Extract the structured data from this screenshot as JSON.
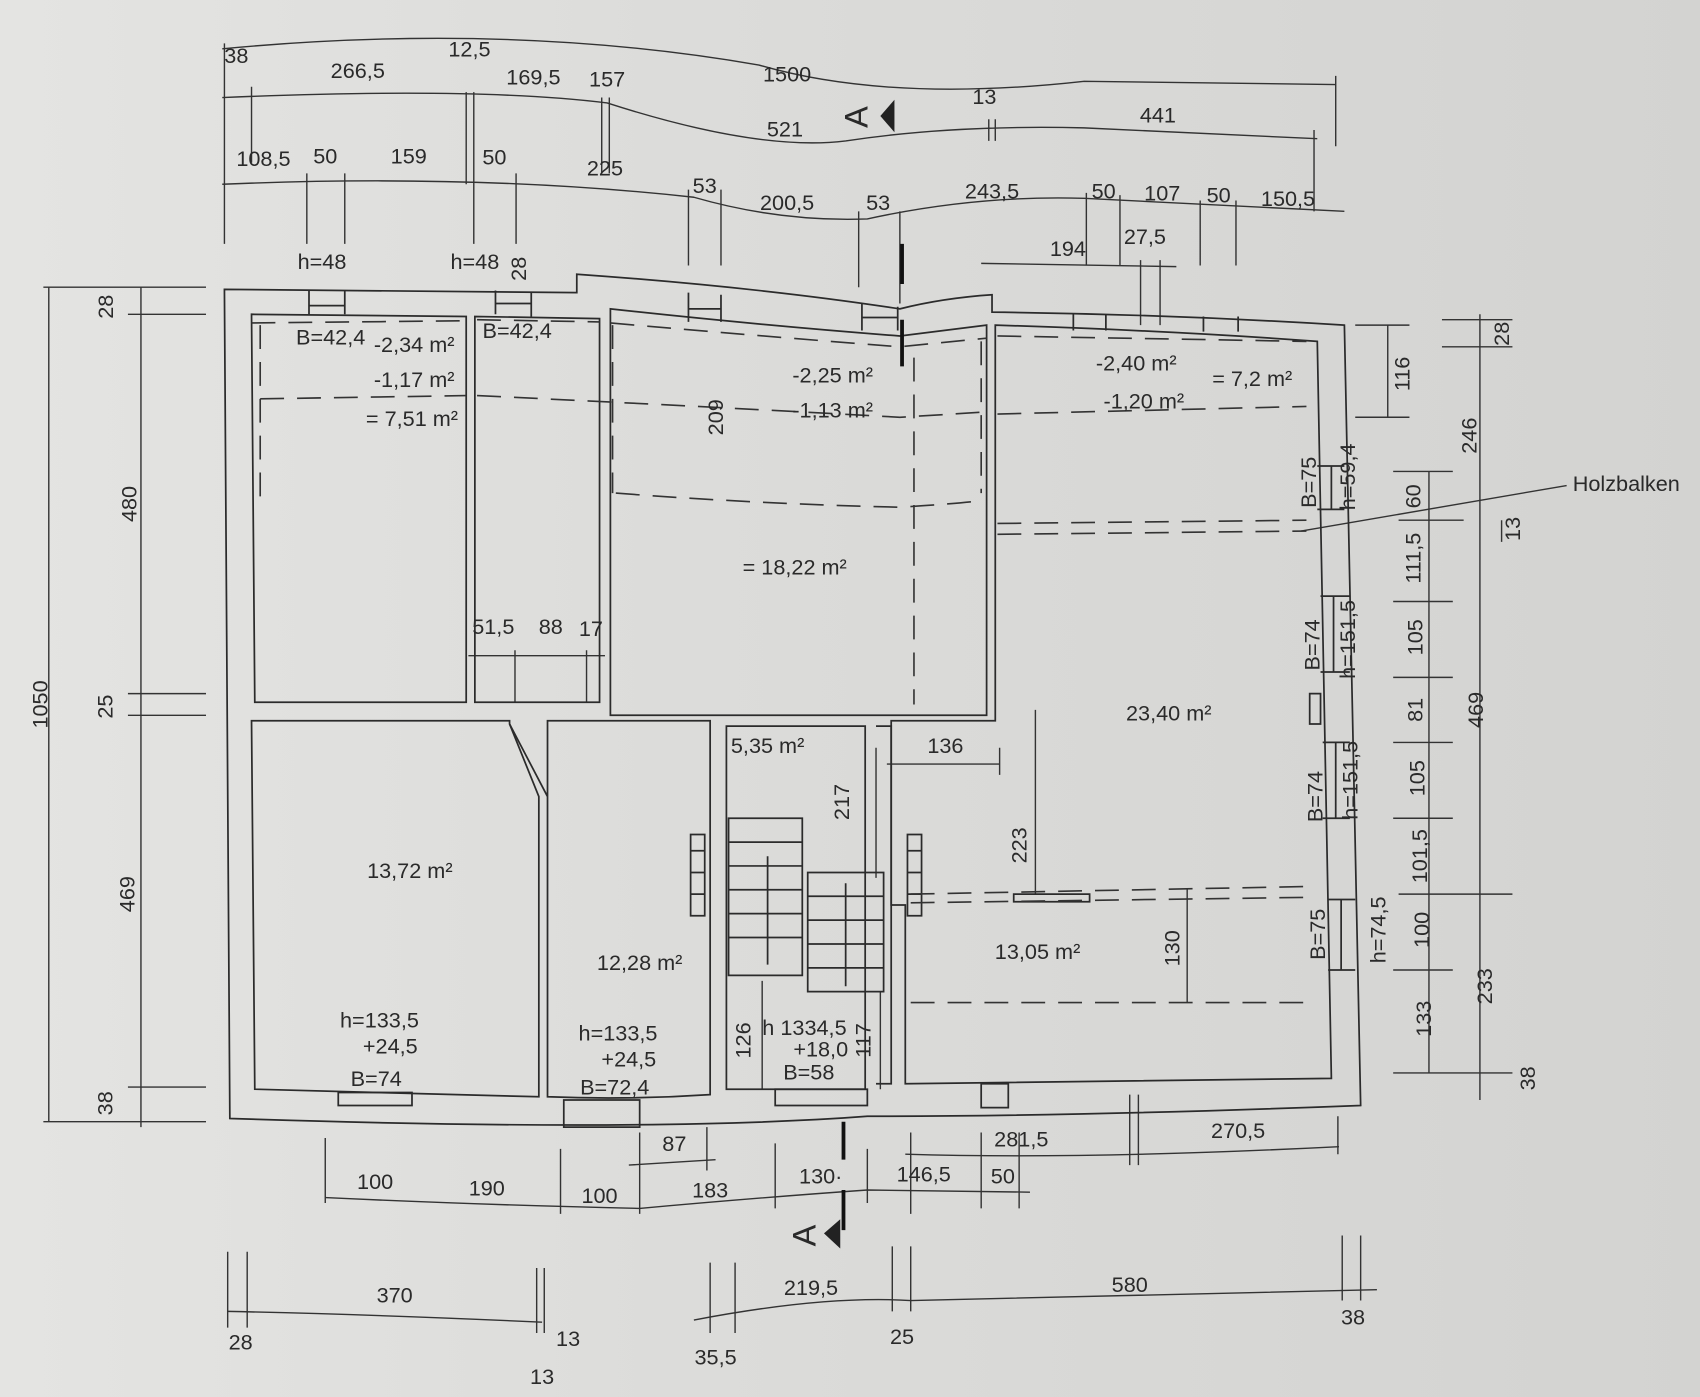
{
  "drawing": {
    "section_marker": "A",
    "annotation": "Holzbalken"
  },
  "top_dims": {
    "row1": [
      "38",
      "266,5",
      "12,5",
      "169,5",
      "157",
      "1500"
    ],
    "row2": [
      "521",
      "13",
      "441"
    ],
    "row3": [
      "108,5",
      "50",
      "159",
      "50",
      "225",
      "53",
      "200,5",
      "53",
      "243,5",
      "50",
      "107",
      "50",
      "150,5"
    ],
    "row4": [
      "194",
      "27,5"
    ],
    "windows": [
      "h=48",
      "h=48",
      "28"
    ]
  },
  "rooms": {
    "nw": {
      "window_b": "B=42,4",
      "minus1": "-2,34 m²",
      "minus2": "-1,17 m²",
      "total": "= 7,51 m²"
    },
    "nw_small": {
      "window_b": "B=42,4",
      "d1": "51,5",
      "d2": "88",
      "d3": "17"
    },
    "n_middle": {
      "depth": "209",
      "minus1": "-2,25 m²",
      "minus2": "-1,13 m²",
      "total": "= 18,22 m²"
    },
    "ne": {
      "minus1": "-2,40 m²",
      "minus2": "-1,20 m²",
      "total": "= 7,2 m²",
      "area": "23,40 m²",
      "d136": "136",
      "d223": "223"
    },
    "hall": {
      "area": "5,35 m²",
      "d217": "217"
    },
    "sw": {
      "area": "13,72 m²",
      "h": "h=133,5",
      "arc": "+24,5",
      "b": "B=74"
    },
    "s_middle": {
      "area": "12,28 m²",
      "h": "h=133,5",
      "arc": "+24,5",
      "b": "B=72,4"
    },
    "stair": {
      "d126": "126",
      "h": "h 1334,5",
      "arc": "+18,0",
      "b": "B=58",
      "d117": "117"
    },
    "se": {
      "area": "13,05 m²",
      "d130": "130"
    }
  },
  "right_dims": {
    "windows": [
      "B=75",
      "h=59,4",
      "B=74",
      "h=151,5",
      "B=74",
      "h=151,5",
      "B=75",
      "h=74,5"
    ],
    "inner": [
      "116",
      "60",
      "111,5",
      "105",
      "81",
      "105",
      "101,5",
      "100",
      "133"
    ],
    "outer": [
      "28",
      "246",
      "13",
      "469",
      "233",
      "38"
    ]
  },
  "left_dims": [
    "1050",
    "28",
    "480",
    "25",
    "469",
    "38"
  ],
  "bottom_dims": {
    "row1": [
      "87",
      "281,5",
      "270,5"
    ],
    "row2": [
      "100",
      "190",
      "100",
      "183",
      "130·",
      "146,5",
      "50"
    ],
    "row3": [
      "370",
      "219,5",
      "580"
    ],
    "row4": [
      "28",
      "13",
      "13",
      "35,5",
      "25",
      "38"
    ]
  }
}
